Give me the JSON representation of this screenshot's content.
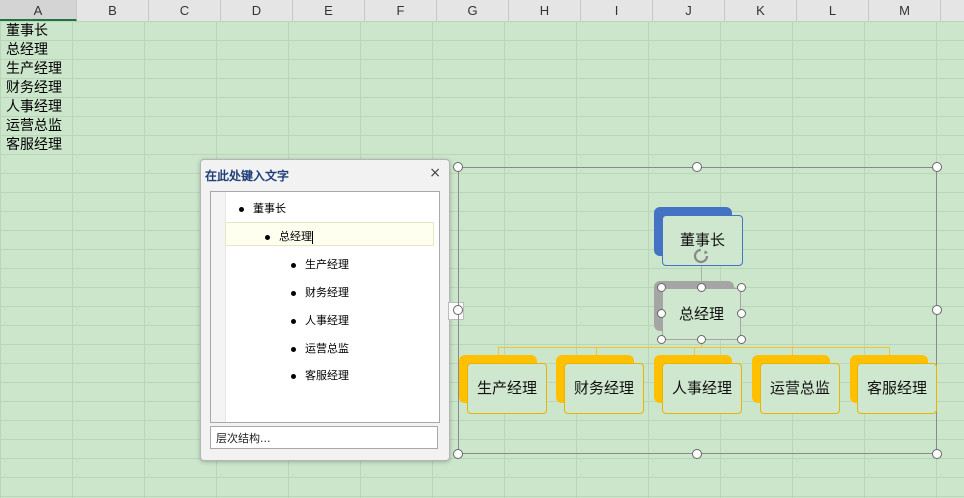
{
  "columns": [
    "A",
    "B",
    "C",
    "D",
    "E",
    "F",
    "G",
    "H",
    "I",
    "J",
    "K",
    "L",
    "M"
  ],
  "selected_column": "A",
  "cells_A": [
    "董事长",
    "总经理",
    "生产经理",
    "财务经理",
    "人事经理",
    "运营总监",
    "客服经理"
  ],
  "text_pane": {
    "title": "在此处键入文字",
    "close": "×",
    "items": [
      {
        "text": "董事长",
        "level": 1
      },
      {
        "text": "总经理",
        "level": 2
      },
      {
        "text": "生产经理",
        "level": 3
      },
      {
        "text": "财务经理",
        "level": 3
      },
      {
        "text": "人事经理",
        "level": 3
      },
      {
        "text": "运营总监",
        "level": 3
      },
      {
        "text": "客服经理",
        "level": 3
      }
    ],
    "hierarchy_label": "层次结构...",
    "toggle": "›"
  },
  "org_chart": {
    "top": "董事长",
    "second": "总经理",
    "children": [
      "生产经理",
      "财务经理",
      "人事经理",
      "运营总监",
      "客服经理"
    ],
    "colors": {
      "top_back": "#4472c4",
      "second_back": "#a5a5a5",
      "child_back": "#ffc000",
      "line": "#f3c330",
      "shape_fill": "#cfe6cf"
    }
  }
}
